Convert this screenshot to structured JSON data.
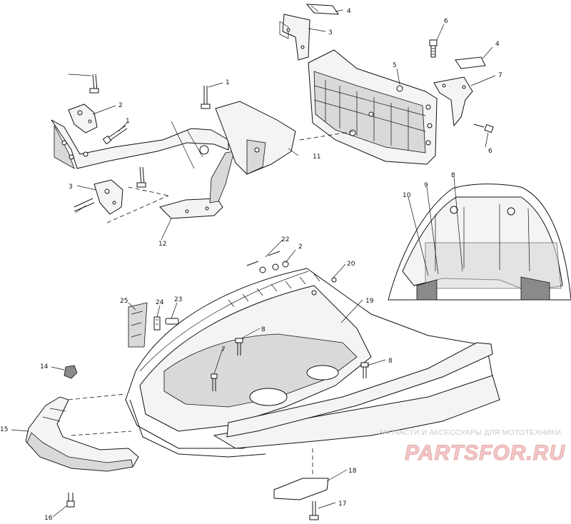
{
  "callouts": {
    "c_1a": "1",
    "c_1b": "1",
    "c_2a": "2",
    "c_2b": "2",
    "c_3a": "3",
    "c_3b": "3",
    "c_4a": "4",
    "c_4b": "4",
    "c_5": "5",
    "c_6a": "6",
    "c_6b": "6",
    "c_7a": "7",
    "c_7b": "7",
    "c_8a": "8",
    "c_8b": "8",
    "c_8c": "8",
    "c_9": "9",
    "c_10": "10",
    "c_11": "11",
    "c_12": "12",
    "c_14": "14",
    "c_15": "15",
    "c_16": "16",
    "c_17": "17",
    "c_18": "18",
    "c_19": "19",
    "c_20": "20",
    "c_22": "22",
    "c_23": "23",
    "c_24": "24",
    "c_25": "25"
  },
  "watermark": {
    "tagline": "ЗАПЧАСТИ И АКСЕССУАРЫ ДЛЯ МОТОТЕХНИКИ",
    "logo": "PARTSFOR.RU"
  },
  "colors": {
    "line": "#111111",
    "watermark_text": "#c9c9c9",
    "watermark_logo": "#e7a8a8"
  }
}
